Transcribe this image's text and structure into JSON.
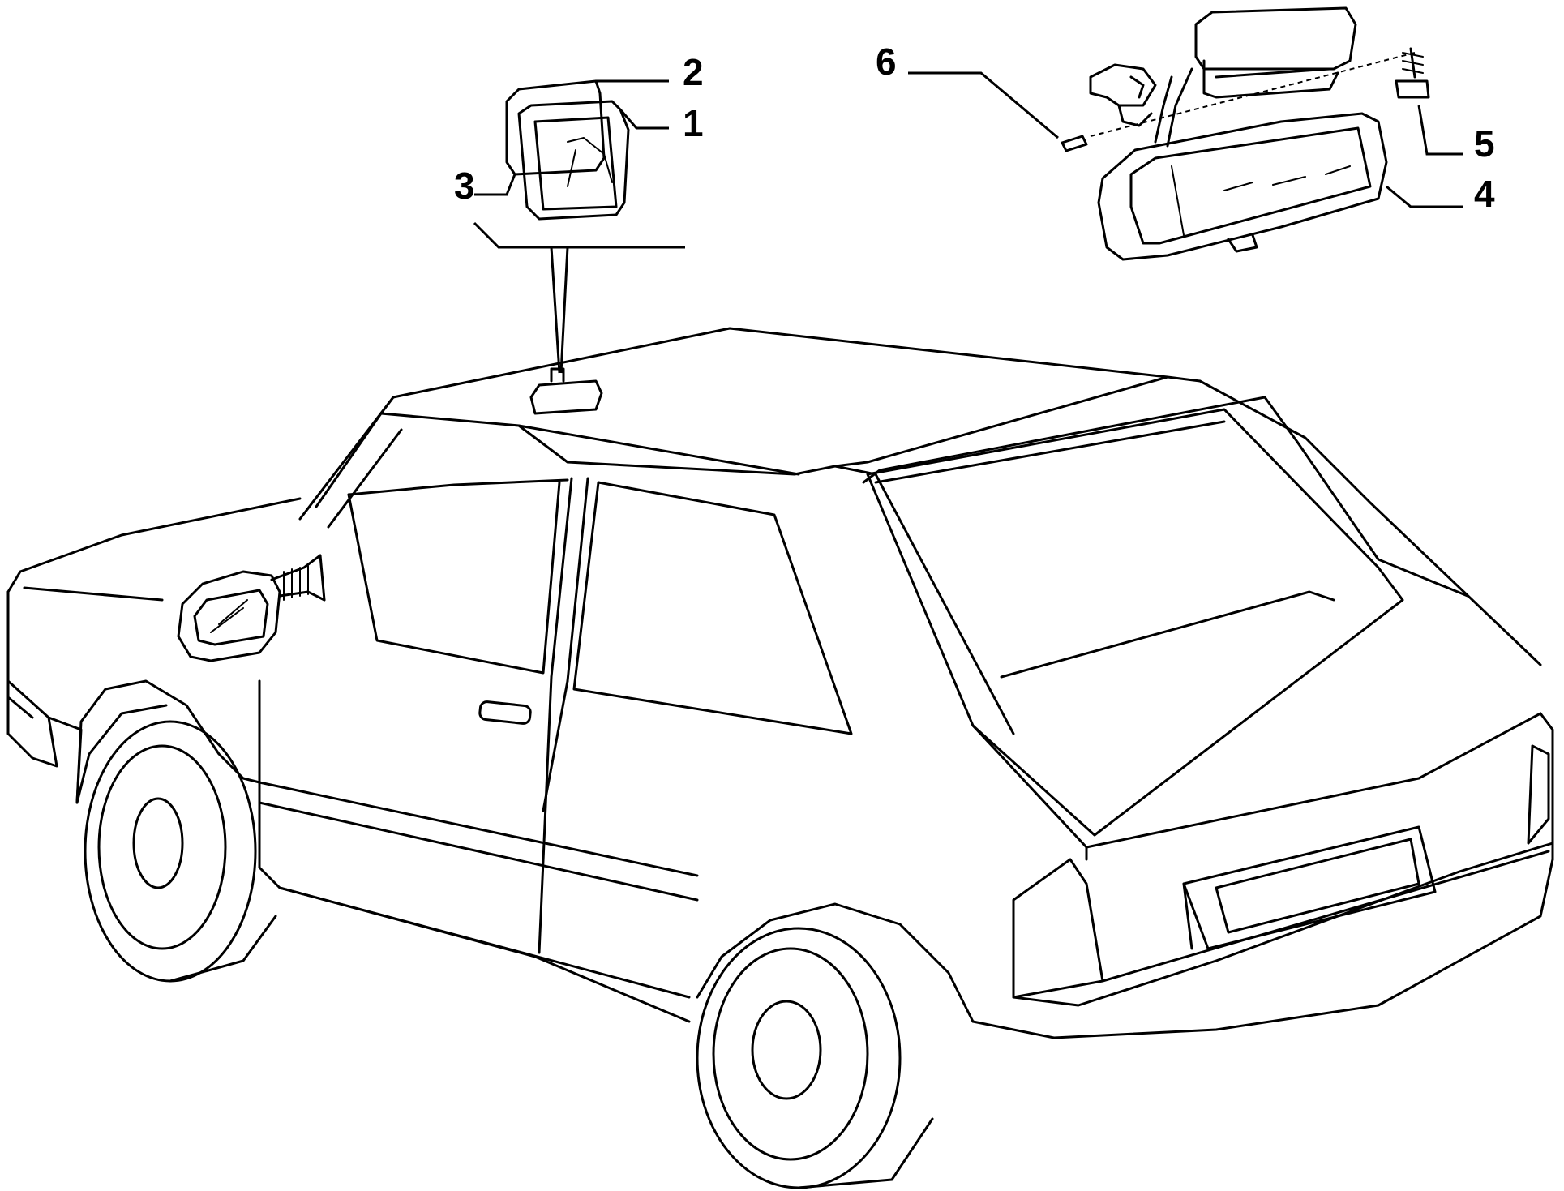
{
  "diagram": {
    "callouts": [
      {
        "id": "1",
        "label": "1"
      },
      {
        "id": "2",
        "label": "2"
      },
      {
        "id": "3",
        "label": "3"
      },
      {
        "id": "4",
        "label": "4"
      },
      {
        "id": "5",
        "label": "5"
      },
      {
        "id": "6",
        "label": "6"
      }
    ],
    "line_color": "#000000",
    "background": "#ffffff"
  }
}
